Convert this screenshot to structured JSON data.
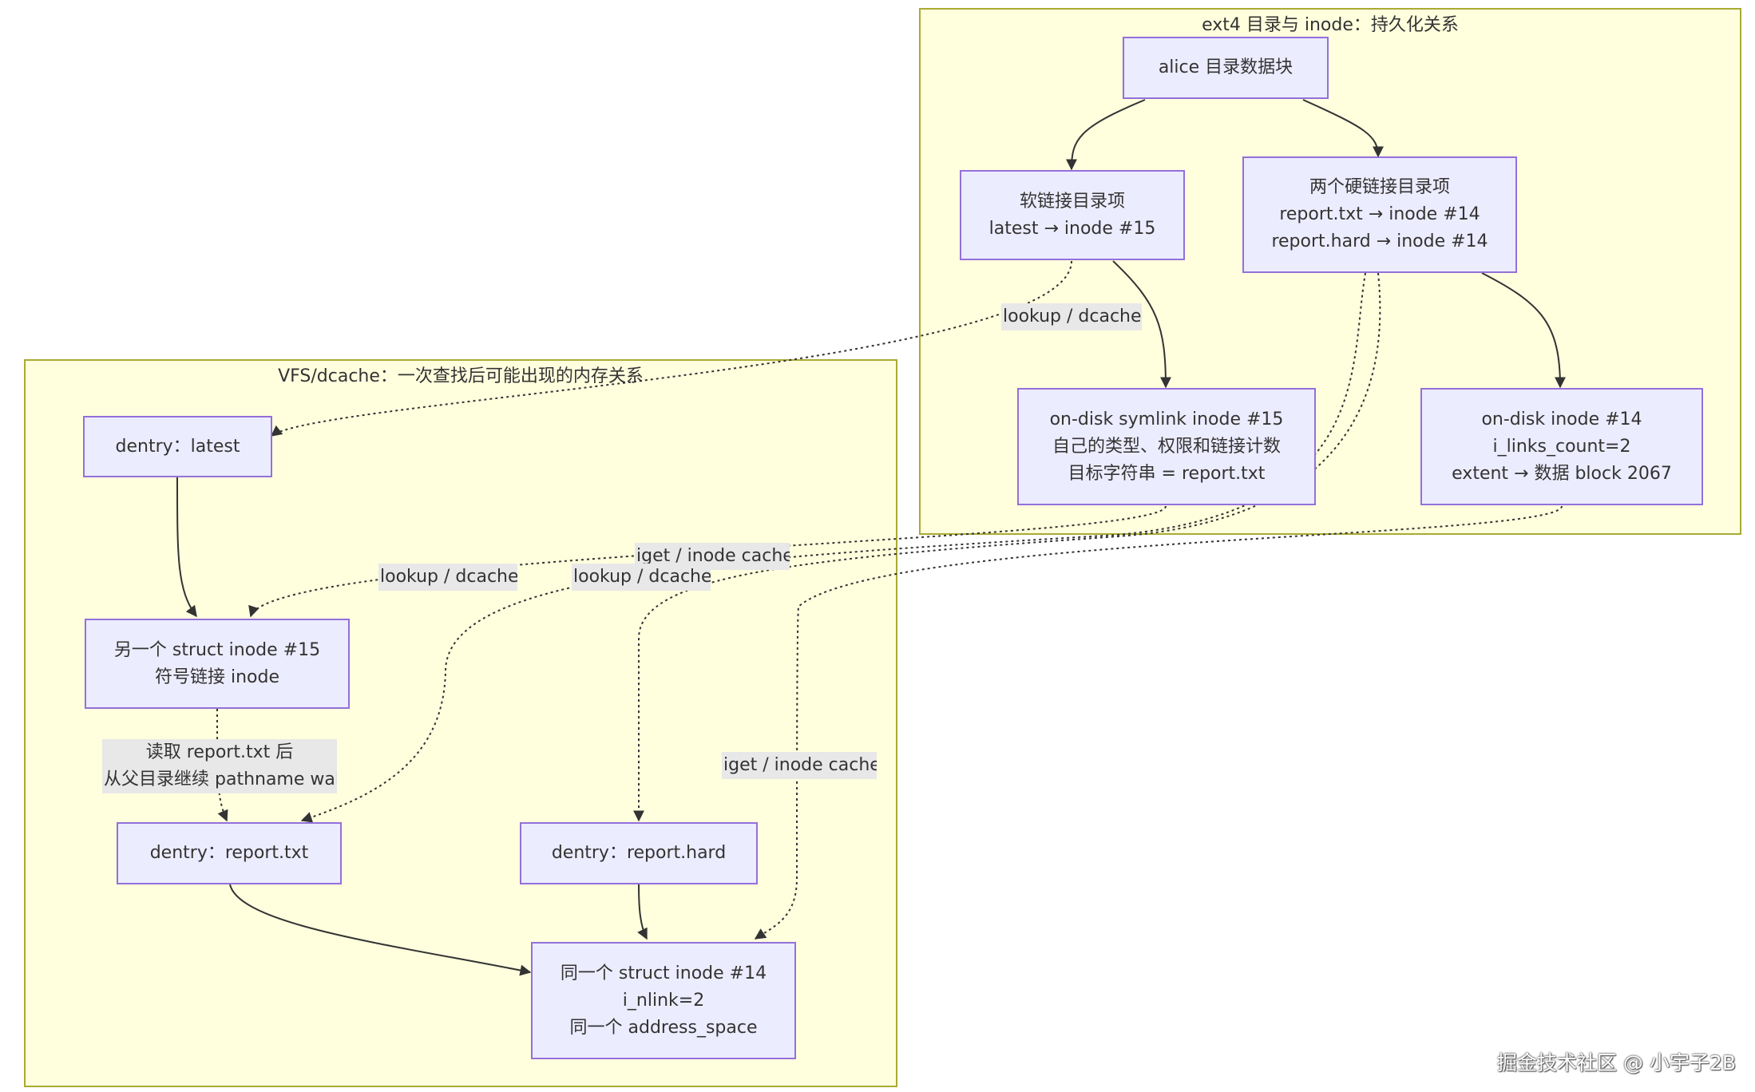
{
  "clusters": {
    "ext4": {
      "title": "ext4 目录与 inode：持久化关系"
    },
    "vfs": {
      "title": "VFS/dcache：一次查找后可能出现的内存关系"
    }
  },
  "nodes": {
    "alice_dir": {
      "lines": [
        "alice 目录数据块"
      ]
    },
    "symlink_entry": {
      "lines": [
        "软链接目录项",
        "latest → inode #15"
      ]
    },
    "hardlink_entries": {
      "lines": [
        "两个硬链接目录项",
        "report.txt → inode #14",
        "report.hard → inode #14"
      ]
    },
    "ondisk_symlink": {
      "lines": [
        "on-disk symlink inode #15",
        "自己的类型、权限和链接计数",
        "目标字符串 = report.txt"
      ]
    },
    "ondisk_inode14": {
      "lines": [
        "on-disk inode #14",
        "i_links_count=2",
        "extent → 数据 block 2067"
      ]
    },
    "dentry_latest": {
      "lines": [
        "dentry：latest"
      ]
    },
    "struct_inode15": {
      "lines": [
        "另一个 struct inode #15",
        "符号链接 inode"
      ]
    },
    "dentry_report": {
      "lines": [
        "dentry：report.txt"
      ]
    },
    "dentry_report_hard": {
      "lines": [
        "dentry：report.hard"
      ]
    },
    "struct_inode14": {
      "lines": [
        "同一个 struct inode #14",
        "i_nlink=2",
        "同一个 address_space"
      ]
    }
  },
  "edge_labels": {
    "lookup_latest": "lookup / dcache",
    "iget_symlink": "iget / inode cache",
    "lookup_report": "lookup / dcache",
    "lookup_hard": "lookup / dcache",
    "follow_link": [
      "读取 report.txt 后",
      "从父目录继续 pathname walk"
    ],
    "iget_inode14": "iget / inode cache"
  },
  "watermark": "掘金技术社区 @ 小宇子2B",
  "colors": {
    "node_fill": "#ececff",
    "node_border": "#9370db",
    "cluster_fill": "#ffffde",
    "cluster_border": "#aaaa33",
    "edge": "#333333",
    "label_bg": "#e8e8e8"
  }
}
